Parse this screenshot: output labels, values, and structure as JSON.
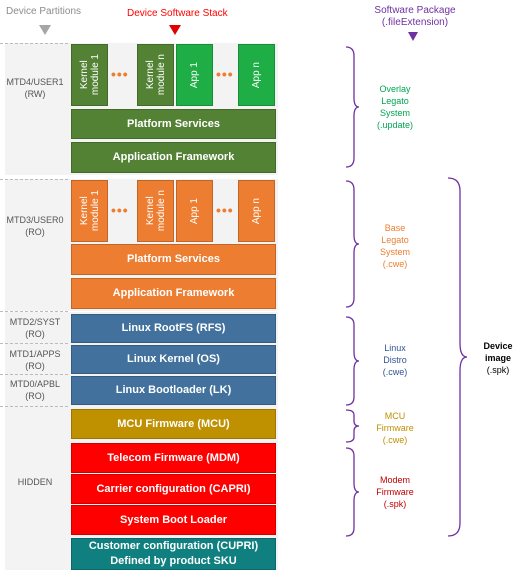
{
  "headers": {
    "device_partitions": "Device Partitions",
    "device_software_stack": "Device Software Stack",
    "software_package": "Software Package\n(.fileExtension)"
  },
  "colors": {
    "green": "#548235",
    "green_light": "#1fae45",
    "orange": "#ed7d31",
    "blue": "#41719c",
    "gold": "#bf9000",
    "red": "#ff0000",
    "teal": "#0f7f7f",
    "header_red": "#ff0000",
    "header_purple": "#7030a0"
  },
  "partitions": {
    "user1": "MTD4/USER1\n(RW)",
    "user0": "MTD3/USER0\n(RO)",
    "syst": "MTD2/SYST\n(RO)",
    "apps": "MTD1/APPS\n(RO)",
    "apbl": "MTD0/APBL\n(RO)",
    "hidden": "HIDDEN"
  },
  "overlay": {
    "modules": [
      "Kernel\nmodule 1",
      "Kernel\nmodule n",
      "App 1",
      "App n"
    ],
    "platform_services": "Platform Services",
    "application_framework": "Application Framework",
    "package": "Overlay\nLegato\nSystem\n(.update)"
  },
  "base": {
    "modules": [
      "Kernel\nmodule 1",
      "Kernel\nmodule n",
      "App 1",
      "App n"
    ],
    "platform_services": "Platform Services",
    "application_framework": "Application Framework",
    "package": "Base\nLegato\nSystem\n(.cwe)"
  },
  "linux": {
    "rootfs": "Linux RootFS (RFS)",
    "kernel": "Linux Kernel (OS)",
    "bootloader": "Linux Bootloader (LK)",
    "package": "Linux\nDistro\n(.cwe)"
  },
  "mcu": {
    "firmware": "MCU Firmware (MCU)",
    "package": "MCU\nFirmware\n(.cwe)"
  },
  "modem": {
    "telecom": "Telecom Firmware (MDM)",
    "carrier": "Carrier configuration (CAPRI)",
    "bootloader": "System Boot Loader",
    "package": "Modem\nFirmware\n(.spk)"
  },
  "customer": {
    "line1": "Customer configuration (CUPRI)",
    "line2": "Defined by product SKU"
  },
  "device_image": {
    "title": "Device\nimage",
    "ext": "(.spk)"
  },
  "ellipsis": "•••"
}
